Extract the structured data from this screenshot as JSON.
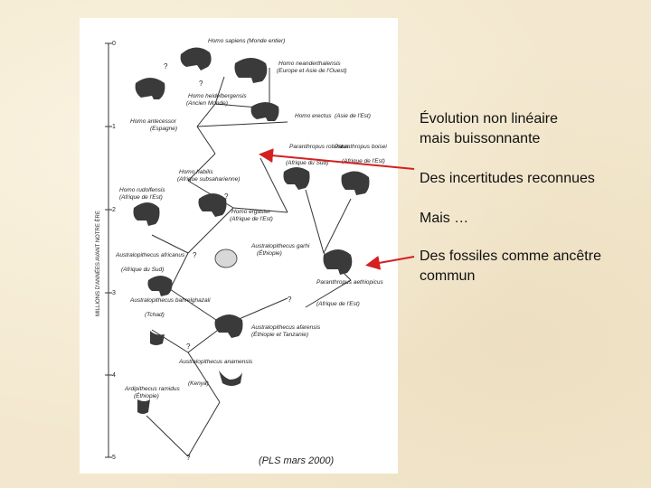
{
  "figure": {
    "caption": "(PLS mars 2000)",
    "axis_label": "MILLIONS D'ANNÉES AVANT NOTRE ÈRE",
    "ticks": [
      "0",
      "1",
      "2",
      "3",
      "4",
      "5"
    ],
    "species": [
      {
        "name": "Homo sapiens",
        "region": "(Monde entier)"
      },
      {
        "name": "Homo neanderthalensis",
        "region": "(Europe et Asie de l'Ouest)"
      },
      {
        "name": "Homo heidelbergensis",
        "region": "(Ancien Monde)"
      },
      {
        "name": "Homo antecessor",
        "region": "(Espagne)"
      },
      {
        "name": "Homo erectus",
        "region": "(Asie de l'Est)"
      },
      {
        "name": "Paranthropus robustus",
        "region": "(Afrique du Sud)"
      },
      {
        "name": "Paranthropus boisei",
        "region": "(Afrique de l'Est)"
      },
      {
        "name": "Homo habilis",
        "region": "(Afrique subsaharienne)"
      },
      {
        "name": "Homo rudolfensis",
        "region": "(Afrique de l'Est)"
      },
      {
        "name": "Homo ergaster",
        "region": "(Afrique de l'Est)"
      },
      {
        "name": "Australopithecus africanus",
        "region": "(Afrique du Sud)"
      },
      {
        "name": "Australopithecus garhi",
        "region": "(Éthiopie)"
      },
      {
        "name": "Paranthropus aethiopicus",
        "region": "(Afrique de l'Est)"
      },
      {
        "name": "Australopithecus bahrelghazali",
        "region": "(Tchad)"
      },
      {
        "name": "Australopithecus afarensis",
        "region": "(Éthiopie et Tanzanie)"
      },
      {
        "name": "Australopithecus anamensis",
        "region": "(Kenya)"
      },
      {
        "name": "Ardipithecus ramidus",
        "region": "(Éthiopie)"
      }
    ],
    "question_mark": "?"
  },
  "notes": [
    "Évolution non linéaire",
    "mais buissonnante",
    "Des incertitudes reconnues",
    "Mais …",
    "Des fossiles comme ancêtre",
    "commun"
  ],
  "colors": {
    "arrow": "#d42020",
    "background": "#f3e8cf"
  }
}
